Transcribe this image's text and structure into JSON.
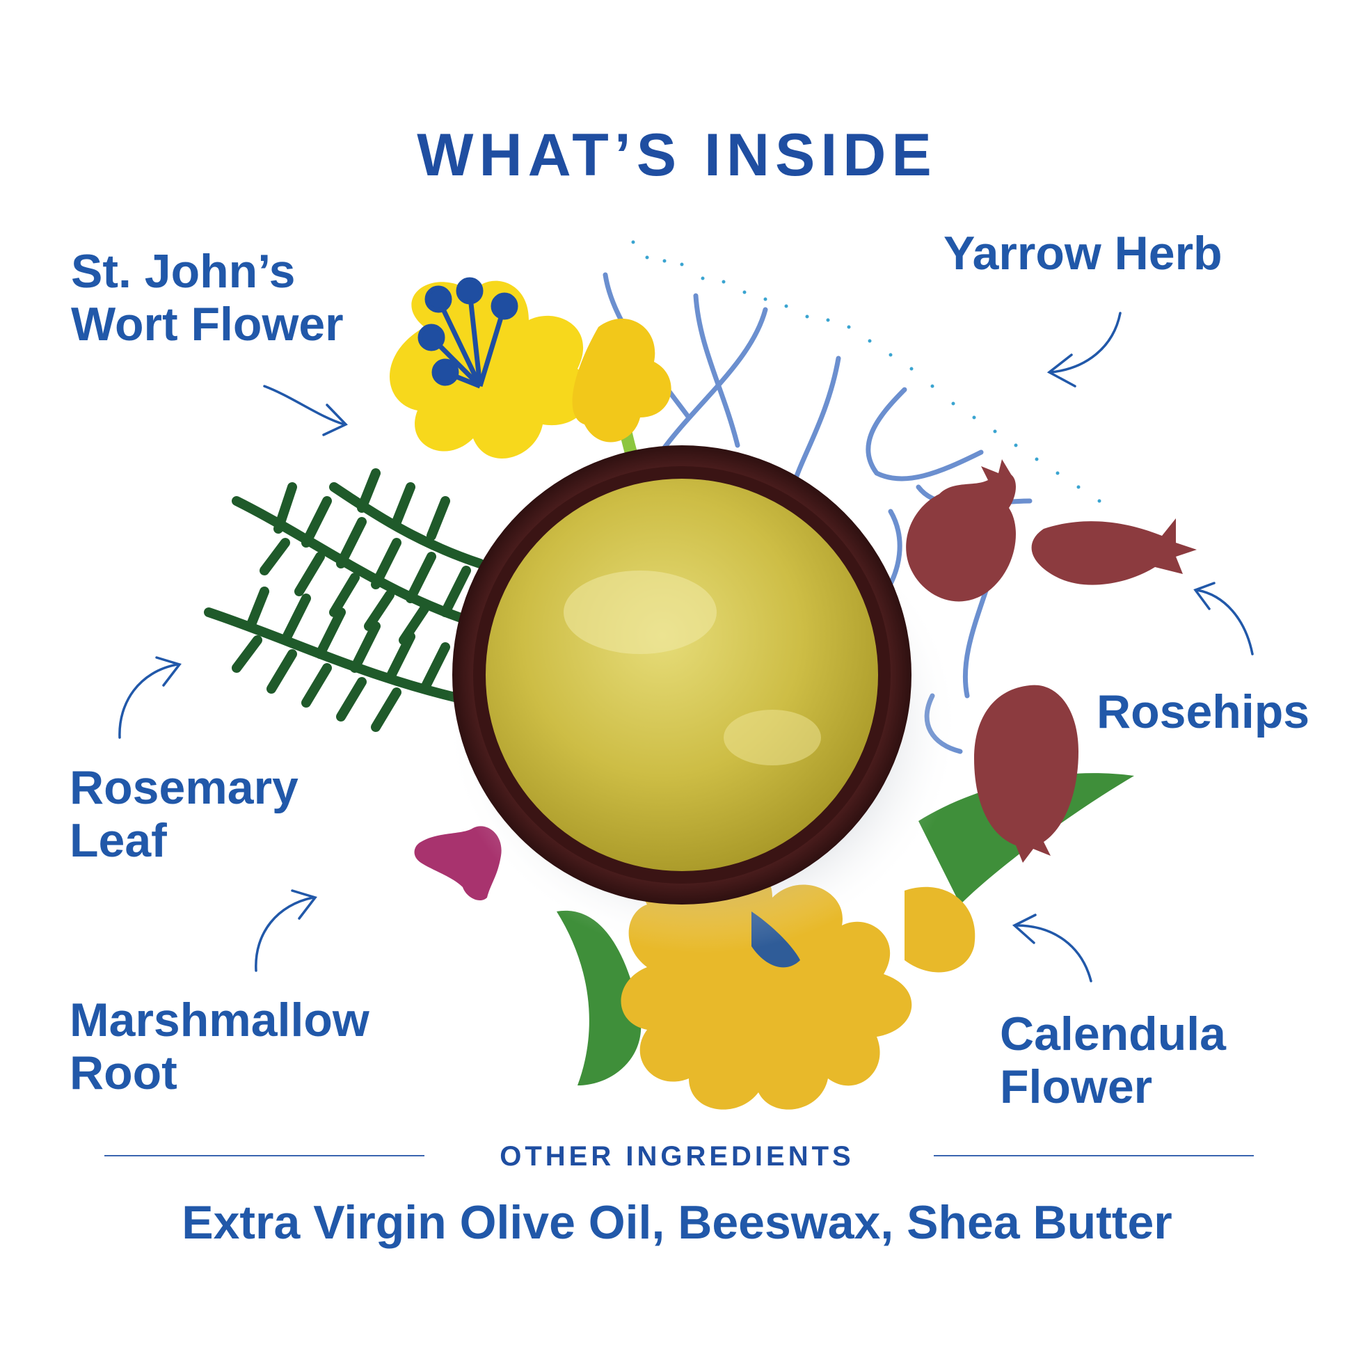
{
  "header": {
    "title": "WHAT’S INSIDE"
  },
  "ingredients": {
    "st_johns": {
      "line1": "St. John’s",
      "line2": "Wort Flower"
    },
    "yarrow": {
      "line1": "Yarrow Herb"
    },
    "rosemary": {
      "line1": "Rosemary",
      "line2": "Leaf"
    },
    "rosehips": {
      "line1": "Rosehips"
    },
    "marshmallow": {
      "line1": "Marshmallow",
      "line2": "Root"
    },
    "calendula": {
      "line1": "Calendula",
      "line2": "Flower"
    }
  },
  "other": {
    "title": "OTHER INGREDIENTS",
    "list": "Extra Virgin Olive Oil, Beeswax, Shea Butter"
  },
  "colors": {
    "text_blue": "#2158a9",
    "salve": "#c9b83a",
    "jar": "#4a1c1c",
    "rosehip": "#8c3b3f",
    "rosemary": "#1f5a2a",
    "st_johns_yellow": "#f7d81c",
    "calendula_yellow": "#e8b92a",
    "leaf_green": "#3f8f3a",
    "marshmallow_pink": "#a8336e",
    "yarrow_blue": "#6b8fcf"
  },
  "icons": [
    "arrow-icon",
    "jar-illustration",
    "st-johns-wort-icon",
    "yarrow-icon",
    "rosemary-icon",
    "rosehip-icon",
    "calendula-icon",
    "marshmallow-icon"
  ]
}
